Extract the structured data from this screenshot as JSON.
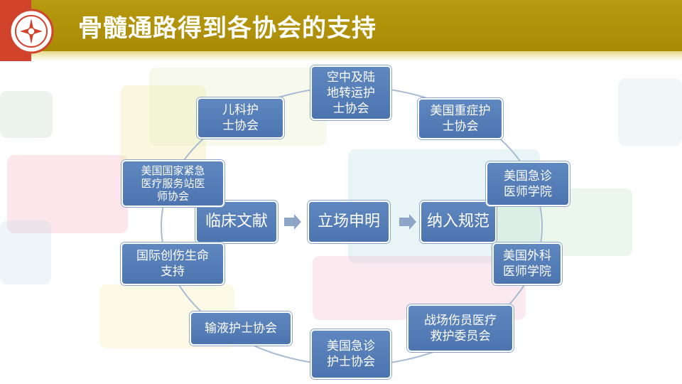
{
  "title": "骨髓通路得到各协会的支持",
  "center": {
    "left": "临床文献",
    "middle": "立场申明",
    "right": "纳入规范"
  },
  "organizations": [
    "空中及陆\n地转运护\n士协会",
    "美国重症护\n士协会",
    "美国急诊\n医师学院",
    "美国外科\n医师学院",
    "战场伤员医疗\n救护委员会",
    "美国急诊\n护士协会",
    "输液护士协会",
    "国际创伤生命\n支持",
    "美国国家紧急\n医疗服务站医\n师协会",
    "儿科护\n士协会"
  ],
  "colors": {
    "header": "#a88a06",
    "box": "#4f79b4",
    "arrow": "#8da6c8",
    "accent": "#d2432c"
  }
}
